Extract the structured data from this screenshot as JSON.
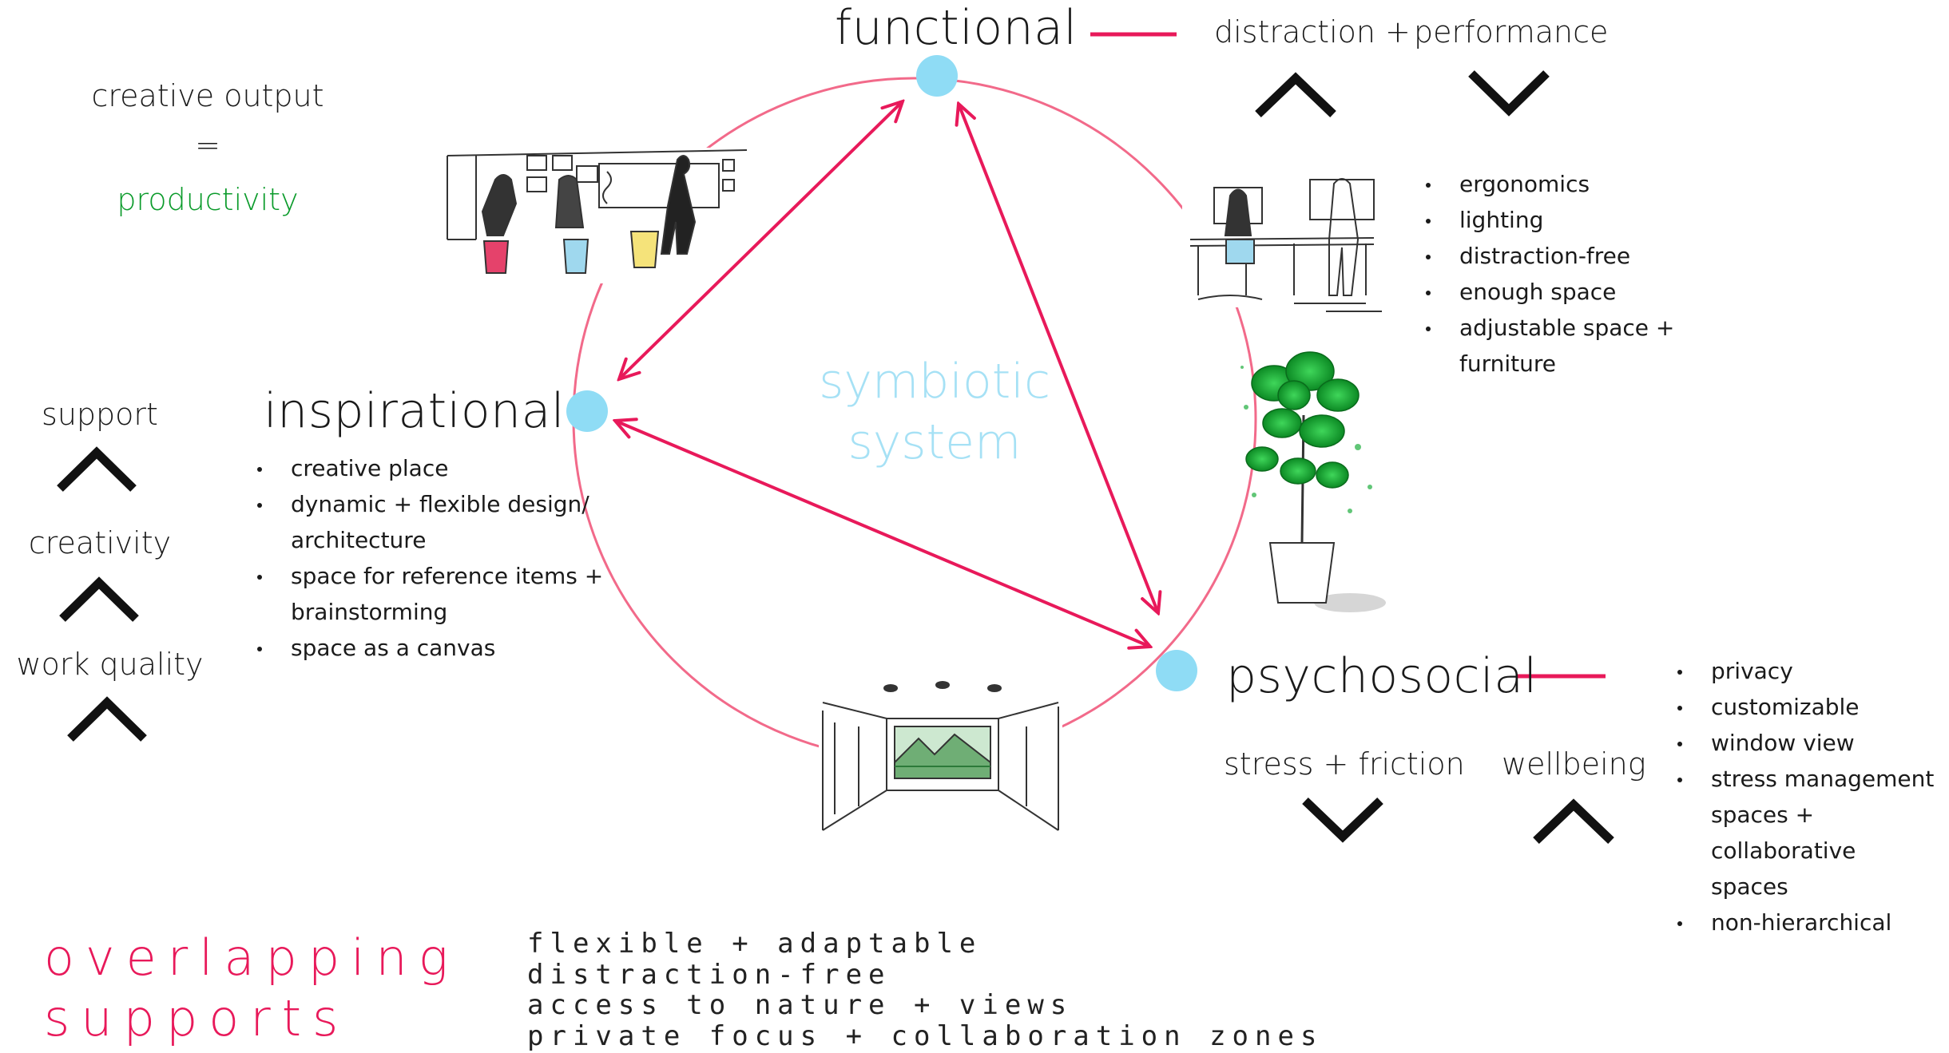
{
  "colors": {
    "accent": "#e8195a",
    "ring": "#f26a8a",
    "node": "#8fdcf5",
    "green": "#0b9b2b",
    "symbiotic": "#a6e1f5"
  },
  "header_left": {
    "line1": "creative output",
    "line2": "=",
    "line3": "productivity"
  },
  "center": {
    "line1": "symbiotic",
    "line2": "system"
  },
  "functional": {
    "label": "functional",
    "effects": {
      "distraction_label": "distraction +",
      "distraction_dir": "up",
      "performance_label": "performance",
      "performance_dir": "down"
    },
    "bullets": [
      "ergonomics",
      "lighting",
      "distraction-free",
      "enough space",
      "adjustable space +",
      "furniture"
    ]
  },
  "inspirational": {
    "label": "inspirational",
    "bullets": [
      "creative place",
      "dynamic + flexible design/",
      "architecture",
      "space for reference items +",
      "brainstorming",
      "space as a canvas"
    ]
  },
  "left_outcomes": [
    {
      "label": "support",
      "dir": "up"
    },
    {
      "label": "creativity",
      "dir": "up"
    },
    {
      "label": "work quality",
      "dir": "up"
    }
  ],
  "psychosocial": {
    "label": "psychosocial",
    "effects": {
      "stress_label": "stress  +  friction",
      "stress_dir": "down",
      "wellbeing_label": "wellbeing",
      "wellbeing_dir": "up"
    },
    "bullets": [
      "privacy",
      "customizable",
      "window view",
      "stress management",
      "spaces + collaborative",
      "spaces",
      "non-hierarchical"
    ]
  },
  "footer": {
    "title_line1": "overlapping",
    "title_line2": "supports",
    "items": [
      "flexible + adaptable",
      "distraction-free",
      "access to nature + views",
      "private focus + collaboration zones"
    ]
  }
}
